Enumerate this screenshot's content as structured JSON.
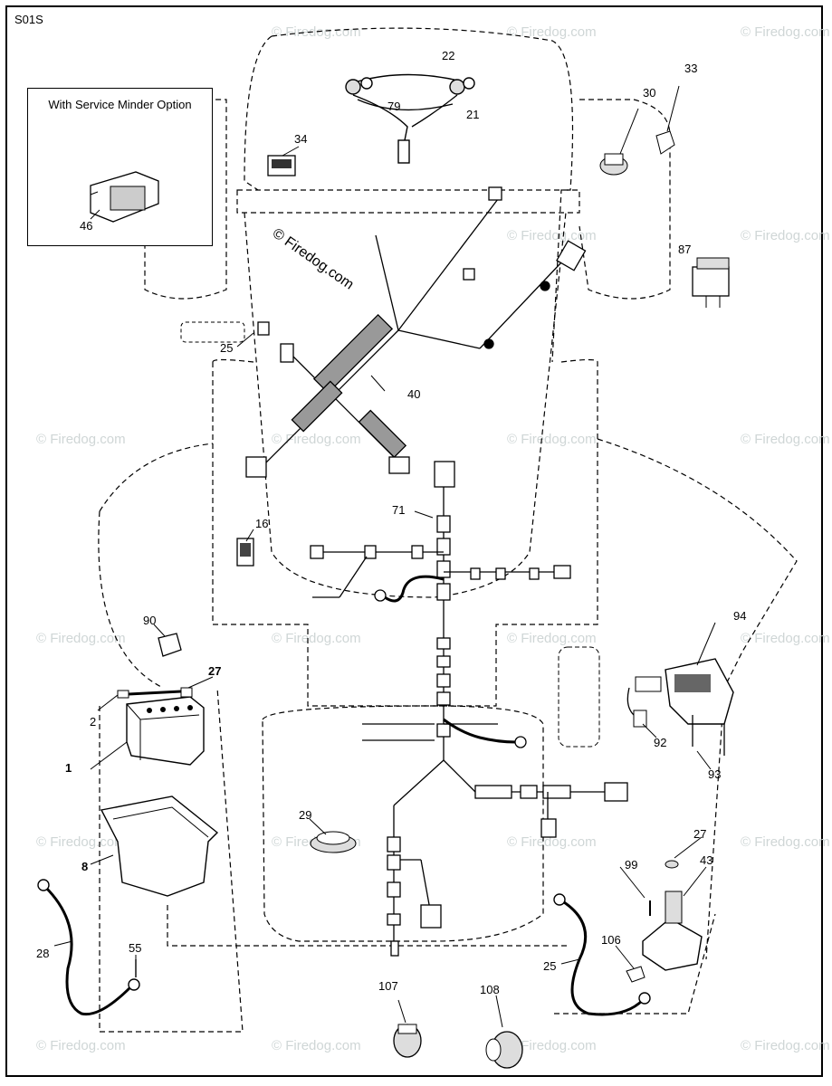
{
  "sheet_code": "S01S",
  "inset_title": "With Service Minder Option",
  "watermark_main": "© Firedog.com",
  "watermark_repeat": "© Firedog.com",
  "callouts": {
    "c1": "1",
    "c2": "2",
    "c8": "8",
    "c16": "16",
    "c21": "21",
    "c22": "22",
    "c25a": "25",
    "c25b": "25",
    "c27a": "27",
    "c27b": "27",
    "c28": "28",
    "c29": "29",
    "c30": "30",
    "c33": "33",
    "c34": "34",
    "c40": "40",
    "c43": "43",
    "c46": "46",
    "c55": "55",
    "c71": "71",
    "c79": "79",
    "c87": "87",
    "c90": "90",
    "c92": "92",
    "c93": "93",
    "c94": "94",
    "c99": "99",
    "c106": "106",
    "c107": "107",
    "c108": "108"
  },
  "colors": {
    "line": "#000000",
    "watermark": "#cfd6d6",
    "part_fill": "#dddddd"
  }
}
